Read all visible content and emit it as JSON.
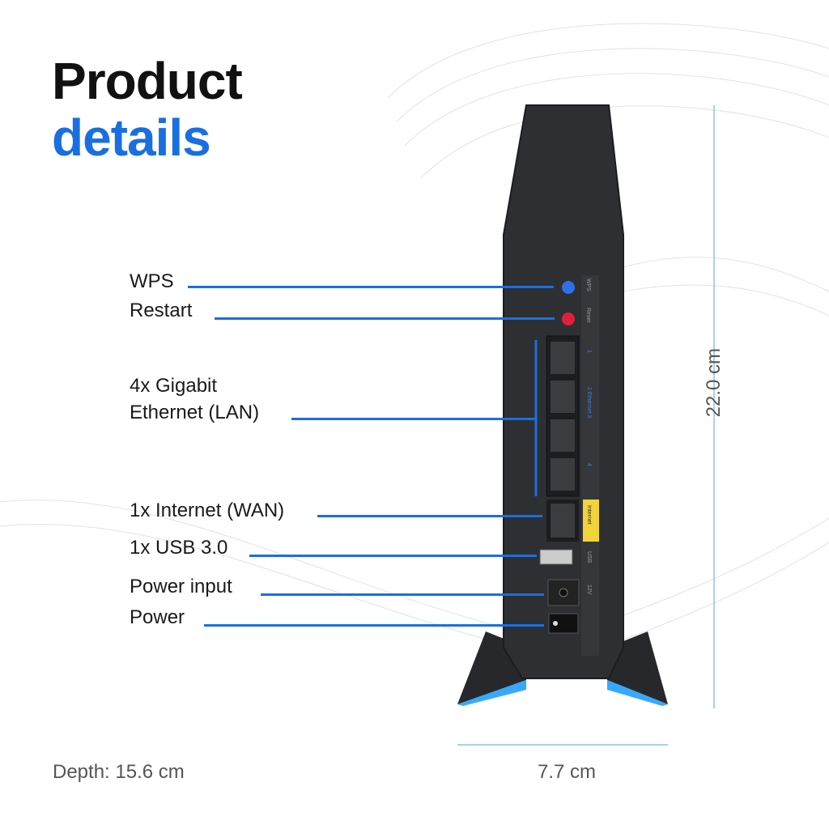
{
  "title": {
    "line1": "Product",
    "line2": "details"
  },
  "colors": {
    "accent": "#1a6fe0",
    "router_body": "#2d2f33",
    "internet_port": "#f2d43a",
    "wps_button": "#2f6fe8",
    "reset_button": "#e0203a",
    "stand_glow": "#38a8ff"
  },
  "callouts": [
    {
      "label": "WPS"
    },
    {
      "label": "Restart"
    },
    {
      "label": "4x Gigabit\nEthernet (LAN)",
      "line1": "4x Gigabit",
      "line2": "Ethernet (LAN)"
    },
    {
      "label": "1x Internet (WAN)"
    },
    {
      "label": "1x USB 3.0"
    },
    {
      "label": "Power input"
    },
    {
      "label": "Power"
    }
  ],
  "router_labels": {
    "wps": "WPS",
    "reset": "Reset",
    "port1": "1",
    "ethernet": "2 Ethernet 3",
    "port4": "4",
    "internet": "Internet",
    "usb": "USB",
    "power": "12V"
  },
  "dimensions": {
    "height": "22.0 cm",
    "width": "7.7 cm",
    "depth": "Depth: 15.6 cm"
  }
}
